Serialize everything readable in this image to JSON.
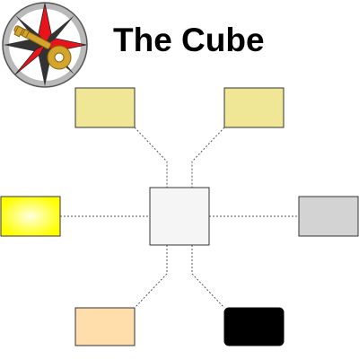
{
  "title": "The Cube",
  "logo": {
    "icon": "compass-key-logo",
    "colors": {
      "rim": "#b9b9b9",
      "face": "#ffffff",
      "star_dark": "#333333",
      "star_red": "#e8141a",
      "key": "#d4a52c"
    }
  },
  "diagram": {
    "center_box": {
      "fill": "#f5f5f5"
    },
    "nodes": [
      {
        "id": "top-left",
        "fill": "#f0e796"
      },
      {
        "id": "top-right",
        "fill": "#f0e796"
      },
      {
        "id": "left",
        "fill": "#ffff00"
      },
      {
        "id": "right",
        "fill": "#d3d3d3"
      },
      {
        "id": "bottom-left",
        "fill": "#ffdeab"
      },
      {
        "id": "bottom-right",
        "fill": "#000000"
      }
    ],
    "connector_color": "#555555"
  }
}
